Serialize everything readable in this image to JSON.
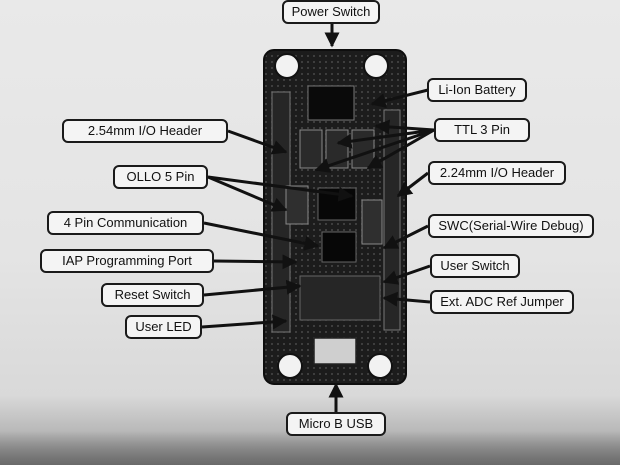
{
  "labels": {
    "power_switch": "Power Switch",
    "li_ion_battery": "Li-Ion Battery",
    "io_header_254": "2.54mm I/O Header",
    "ttl_3_pin": "TTL 3 Pin",
    "ollo_5_pin": "OLLO 5 Pin",
    "io_header_224": "2.24mm I/O Header",
    "pin4_communication": "4 Pin Communication",
    "swc_debug": "SWC(Serial-Wire Debug)",
    "iap_programming_port": "IAP Programming Port",
    "user_switch": "User Switch",
    "reset_switch": "Reset Switch",
    "ext_adc_ref_jumper": "Ext. ADC Ref Jumper",
    "user_led": "User LED",
    "micro_b_usb": "Micro B USB"
  },
  "colors": {
    "board": "#1c1c1c",
    "outline": "#1a1a1a",
    "callout_fill": "#f4f4f4",
    "paper": "#e7e7e7"
  }
}
